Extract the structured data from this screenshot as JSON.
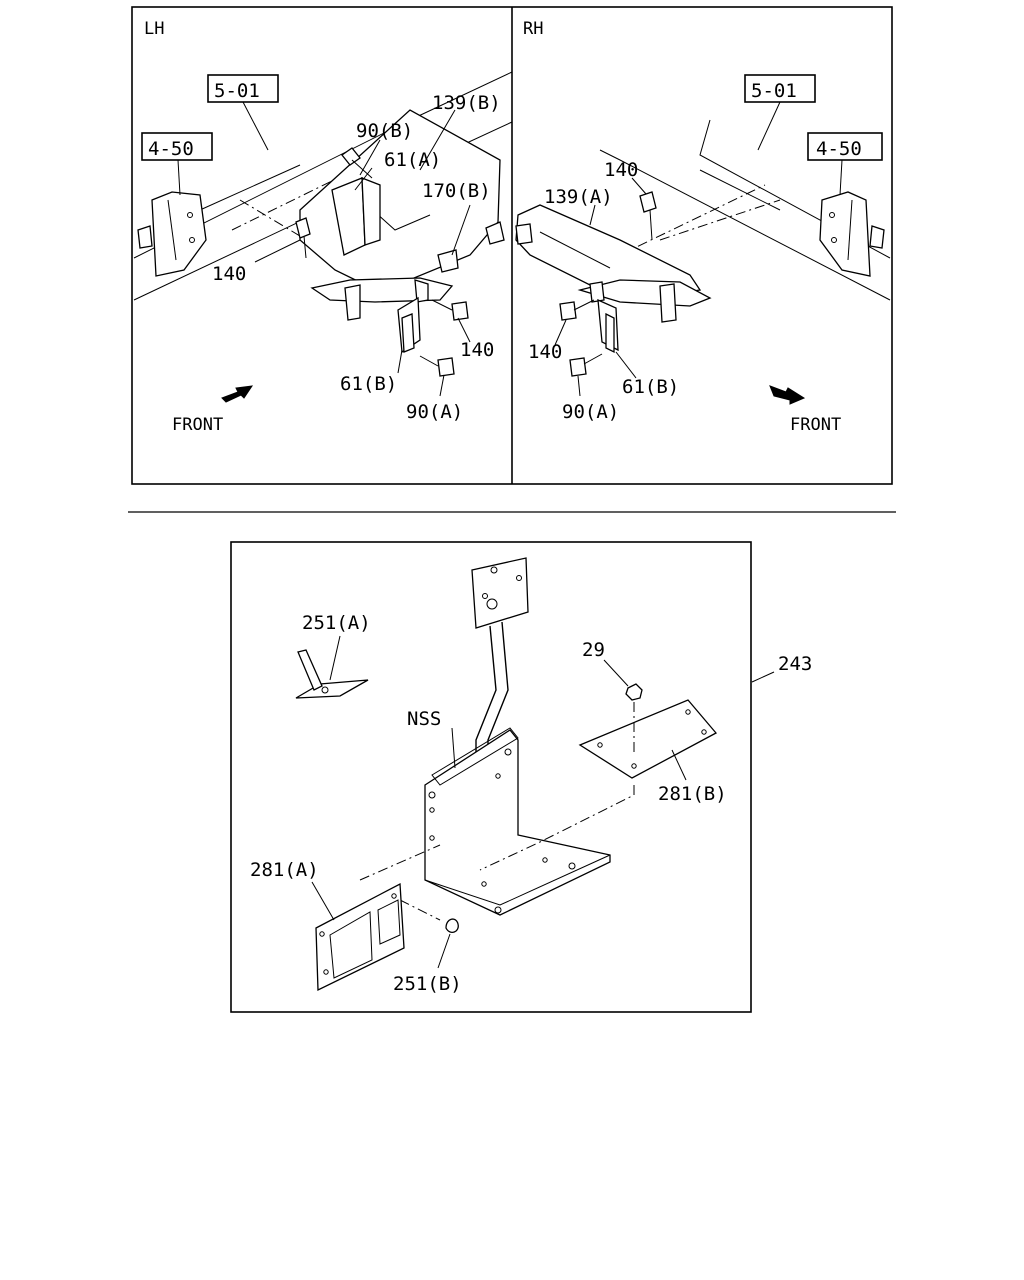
{
  "top_panel": {
    "left": {
      "side": "LH",
      "refs": {
        "frame": "5-01",
        "bracket": "4-50"
      },
      "callouts": {
        "p139b": "139(B)",
        "p90b": "90(B)",
        "p61a": "61(A)",
        "p170b": "170(B)",
        "p140a": "140",
        "p140b": "140",
        "p61b": "61(B)",
        "p90a": "90(A)"
      },
      "front": "FRONT"
    },
    "right": {
      "side": "RH",
      "refs": {
        "frame": "5-01",
        "bracket": "4-50"
      },
      "callouts": {
        "p140a": "140",
        "p139a": "139(A)",
        "p140b": "140",
        "p90a": "90(A)",
        "p61b": "61(B)"
      },
      "front": "FRONT"
    }
  },
  "bottom_panel": {
    "callouts": {
      "p251a": "251(A)",
      "p29": "29",
      "p243": "243",
      "nss": "NSS",
      "p281b": "281(B)",
      "p281a": "281(A)",
      "p251b": "251(B)"
    }
  }
}
